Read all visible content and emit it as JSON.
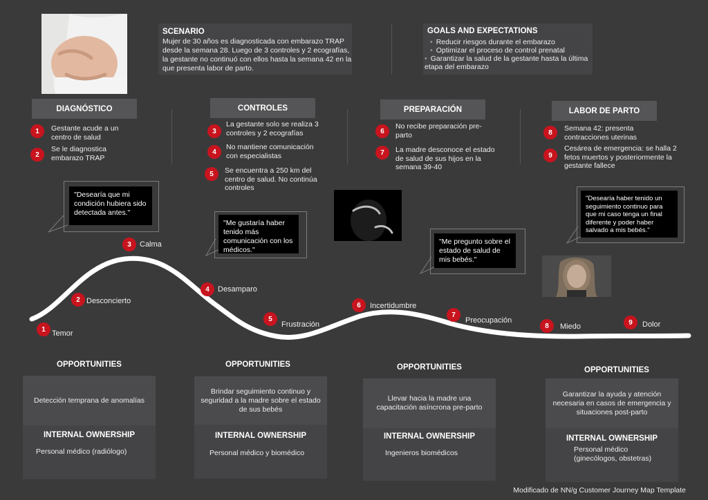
{
  "scenario": {
    "title": "SCENARIO",
    "text": "Mujer de 30 años es diagnosticada con embarazo TRAP desde la semana 28. Luego de 3 controles y 2 ecografías, la gestante no continuó con ellos hasta la semana 42 en la que presenta labor de parto."
  },
  "goals": {
    "title": "GOALS AND EXPECTATIONS",
    "items": [
      "Reducir riesgos durante el embarazo",
      "Optimizar el proceso de control prenatal",
      "Garantizar la salud de la gestante hasta la última etapa del embarazo"
    ]
  },
  "stages": [
    {
      "title": "DIAGNÓSTICO",
      "items": [
        {
          "n": "1",
          "text": "Gestante acude a un centro de salud"
        },
        {
          "n": "2",
          "text": "Se le diagnostica embarazo TRAP"
        }
      ]
    },
    {
      "title": "CONTROLES",
      "items": [
        {
          "n": "3",
          "text": "La gestante solo se realiza 3 controles y 2 ecografías"
        },
        {
          "n": "4",
          "text": "No mantiene comunicación con especialistas"
        },
        {
          "n": "5",
          "text": "Se encuentra a 250 km del centro de salud. No continúa controles"
        }
      ]
    },
    {
      "title": "PREPARACIÓN",
      "items": [
        {
          "n": "6",
          "text": "No recibe preparación pre-parto"
        },
        {
          "n": "7",
          "text": "La madre desconoce el estado de salud de sus hijos en la semana 39-40"
        }
      ]
    },
    {
      "title": "LABOR DE PARTO",
      "items": [
        {
          "n": "8",
          "text": "Semana 42: presenta contracciones uterinas"
        },
        {
          "n": "9",
          "text": "Cesárea de emergencia: se halla 2 fetos muertos y posteriormente la gestante fallece"
        }
      ]
    }
  ],
  "quotes": [
    "\"Desearía que mi condición hubiera sido detectada antes.\"",
    "\"Me gustaría haber tenido más comunicación con los médicos.\"",
    "\"Me pregunto sobre el estado de salud de mis bebés.\"",
    "\"Desearía haber tenido un seguimiento continuo para que mi caso tenga un final diferente y poder haber salvado a mis bebés.\""
  ],
  "emotions": [
    {
      "n": "1",
      "label": "Temor"
    },
    {
      "n": "2",
      "label": "Desconcierto"
    },
    {
      "n": "3",
      "label": "Calma"
    },
    {
      "n": "4",
      "label": "Desamparo"
    },
    {
      "n": "5",
      "label": "Frustración"
    },
    {
      "n": "6",
      "label": "Incertidumbre"
    },
    {
      "n": "7",
      "label": "Preocupación"
    },
    {
      "n": "8",
      "label": "Miedo"
    },
    {
      "n": "9",
      "label": "Dolor"
    }
  ],
  "opportunities": [
    {
      "title": "OPPORTUNITIES",
      "text": "Detección temprana de anomalías",
      "owner_title": "INTERNAL OWNERSHIP",
      "owner": "Personal médico (radiólogo)"
    },
    {
      "title": "OPPORTUNITIES",
      "text": "Brindar seguimiento continuo y seguridad a la madre sobre el estado de sus bebés",
      "owner_title": "INTERNAL OWNERSHIP",
      "owner": "Personal médico y biomédico"
    },
    {
      "title": "OPPORTUNITIES",
      "text": "Llevar hacia la madre una capacitación asíncrona pre-parto",
      "owner_title": "INTERNAL OWNERSHIP",
      "owner": "Ingenieros biomédicos"
    },
    {
      "title": "OPPORTUNITIES",
      "text": "Garantizar la ayuda y atención necesaria en casos de emergencia y situaciones post-parto",
      "owner_title": "INTERNAL OWNERSHIP",
      "owner": "Personal médico (ginecólogos, obstetras)"
    }
  ],
  "footer": "Modificado de NN/g Customer Journey Map Template",
  "colors": {
    "background": "#3a3a3b",
    "badge": "#c8141e",
    "panel": "#444446",
    "stage_title": "#555557",
    "quote": "#000000",
    "curve": "#ffffff"
  }
}
